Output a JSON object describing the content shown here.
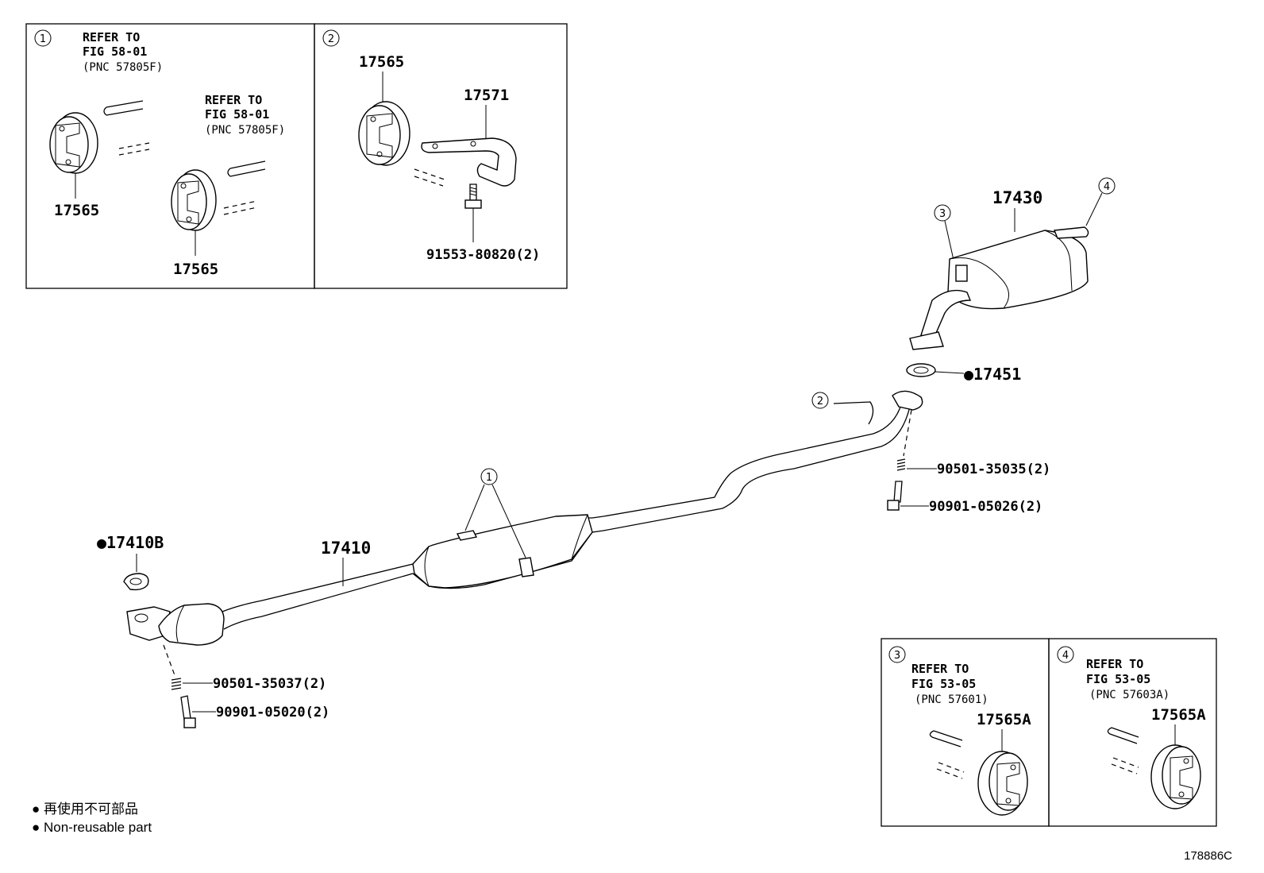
{
  "callouts": [
    "1",
    "2",
    "3",
    "4"
  ],
  "inset1": {
    "refer_upper": [
      "REFER TO",
      "FIG 58-01",
      "(PNC 57805F)"
    ],
    "refer_lower": [
      "REFER TO",
      "FIG 58-01",
      "(PNC 57805F)"
    ],
    "part_upper": "17565",
    "part_lower": "17565"
  },
  "inset2": {
    "part_insulator": "17565",
    "part_bracket": "17571",
    "part_bolt": "91553-80820(2)"
  },
  "inset3": {
    "refer": [
      "REFER TO",
      "FIG 53-05",
      "(PNC 57601)"
    ],
    "part": "17565A"
  },
  "inset4": {
    "refer": [
      "REFER TO",
      "FIG 53-05",
      "(PNC 57603A)"
    ],
    "part": "17565A"
  },
  "main": {
    "muffler": "17430",
    "gasket_tail": "●17451",
    "spring_tail": "90501-35035(2)",
    "bolt_tail": "90901-05026(2)",
    "gasket_front": "●17410B",
    "front_pipe": "17410",
    "spring_front": "90501-35037(2)",
    "bolt_front": "90901-05020(2)"
  },
  "legend": {
    "line1": "● 再使用不可部品",
    "line2": "● Non-reusable part"
  },
  "figure_id": "178886C"
}
